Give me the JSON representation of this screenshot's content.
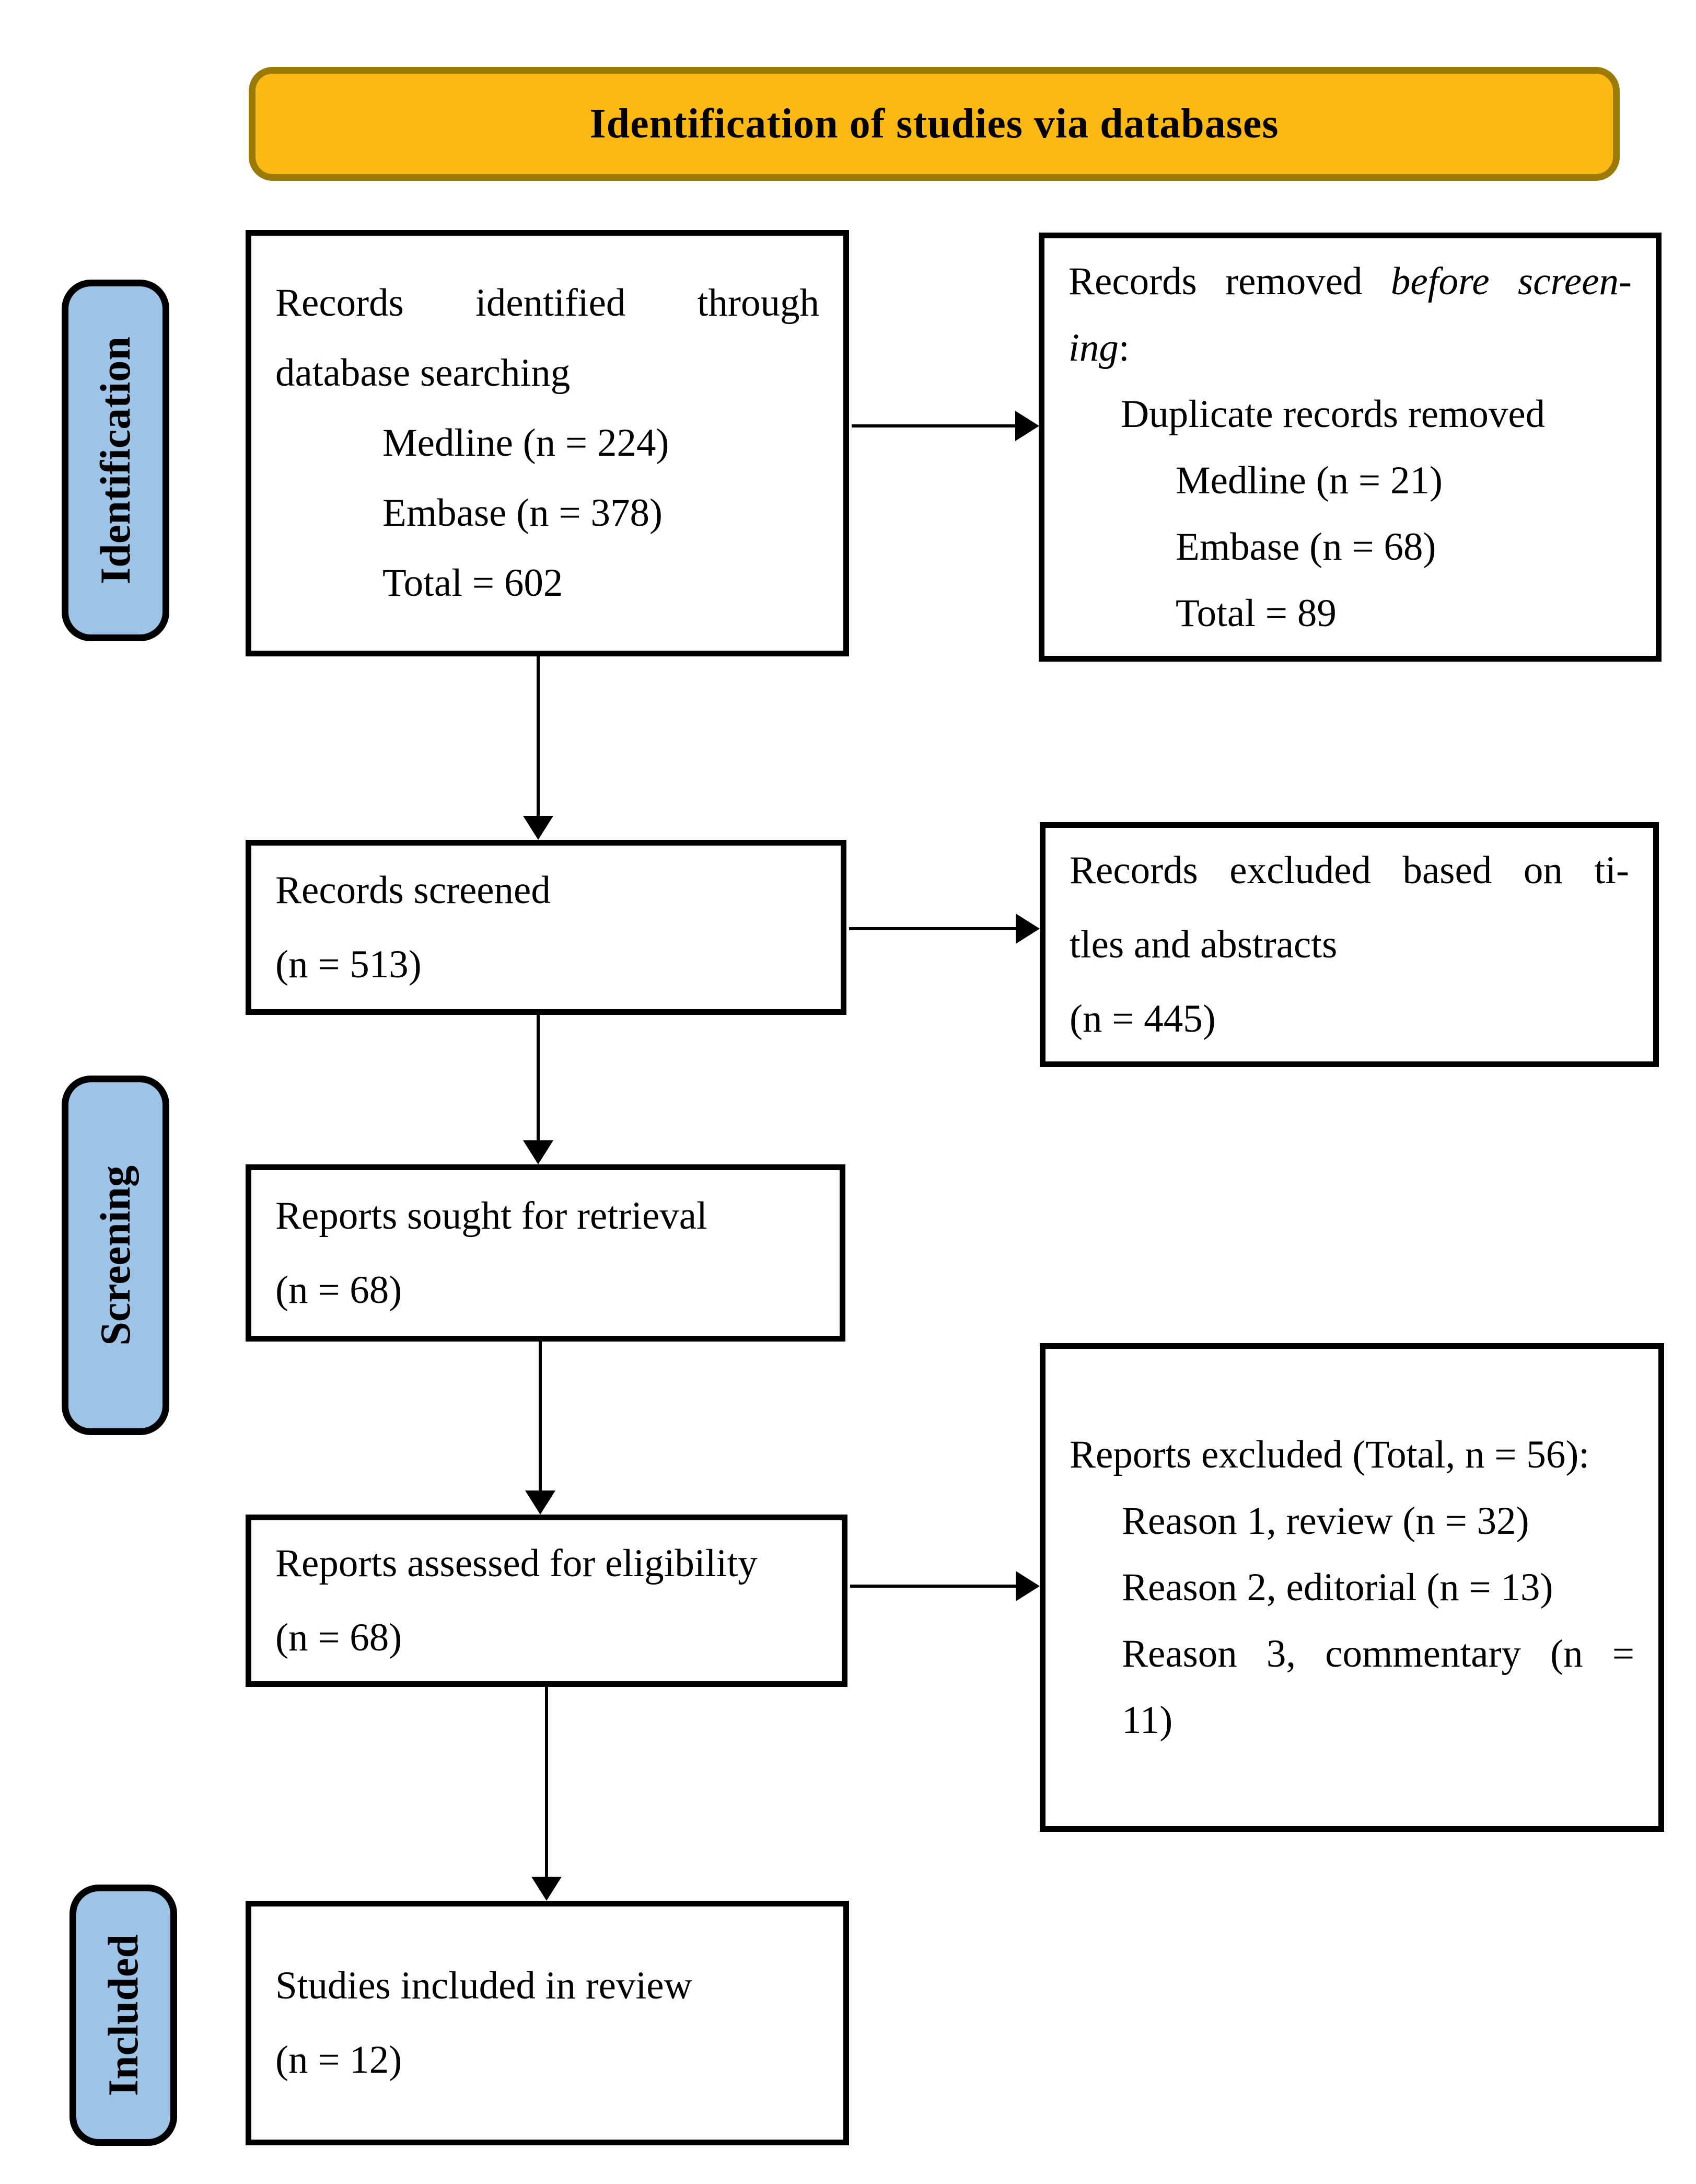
{
  "title_banner": {
    "label": "Identification of studies via databases"
  },
  "colors": {
    "banner_fill": "#FCB813",
    "banner_border": "#9C7A06",
    "stage_label_fill": "#9DC3E6",
    "box_border": "#000000",
    "text": "#000000"
  },
  "stages": [
    {
      "label": "Identification"
    },
    {
      "label": "Screening"
    },
    {
      "label": "Included"
    }
  ],
  "boxes": {
    "records_identified": {
      "lines": [
        "Records identified through",
        "database searching",
        "Medline (n = 224)",
        "Embase (n = 378)",
        "Total = 602"
      ]
    },
    "records_removed": {
      "line1_regular": "Records removed ",
      "line1_italic": "before screen-",
      "line2_italic": "ing",
      "line2_suffix": ":",
      "lines": [
        "Duplicate records removed",
        "Medline (n = 21)",
        "Embase (n = 68)",
        "Total = 89"
      ]
    },
    "records_screened": {
      "lines": [
        "Records screened",
        "(n = 513)"
      ]
    },
    "records_excluded_titles": {
      "lines": [
        "Records excluded based on ti-",
        "tles and abstracts",
        "(n = 445)"
      ]
    },
    "reports_sought": {
      "lines": [
        "Reports sought for retrieval",
        "(n = 68)"
      ]
    },
    "reports_assessed": {
      "lines": [
        "Reports assessed for eligibility",
        "(n = 68)"
      ]
    },
    "reports_excluded": {
      "lines": [
        "Reports excluded (Total, n = 56):",
        "Reason 1, review (n = 32)",
        "Reason 2, editorial (n = 13)",
        "Reason 3, commentary (n =",
        "11)"
      ]
    },
    "studies_included": {
      "lines": [
        "Studies included in review",
        "(n = 12)"
      ]
    }
  }
}
